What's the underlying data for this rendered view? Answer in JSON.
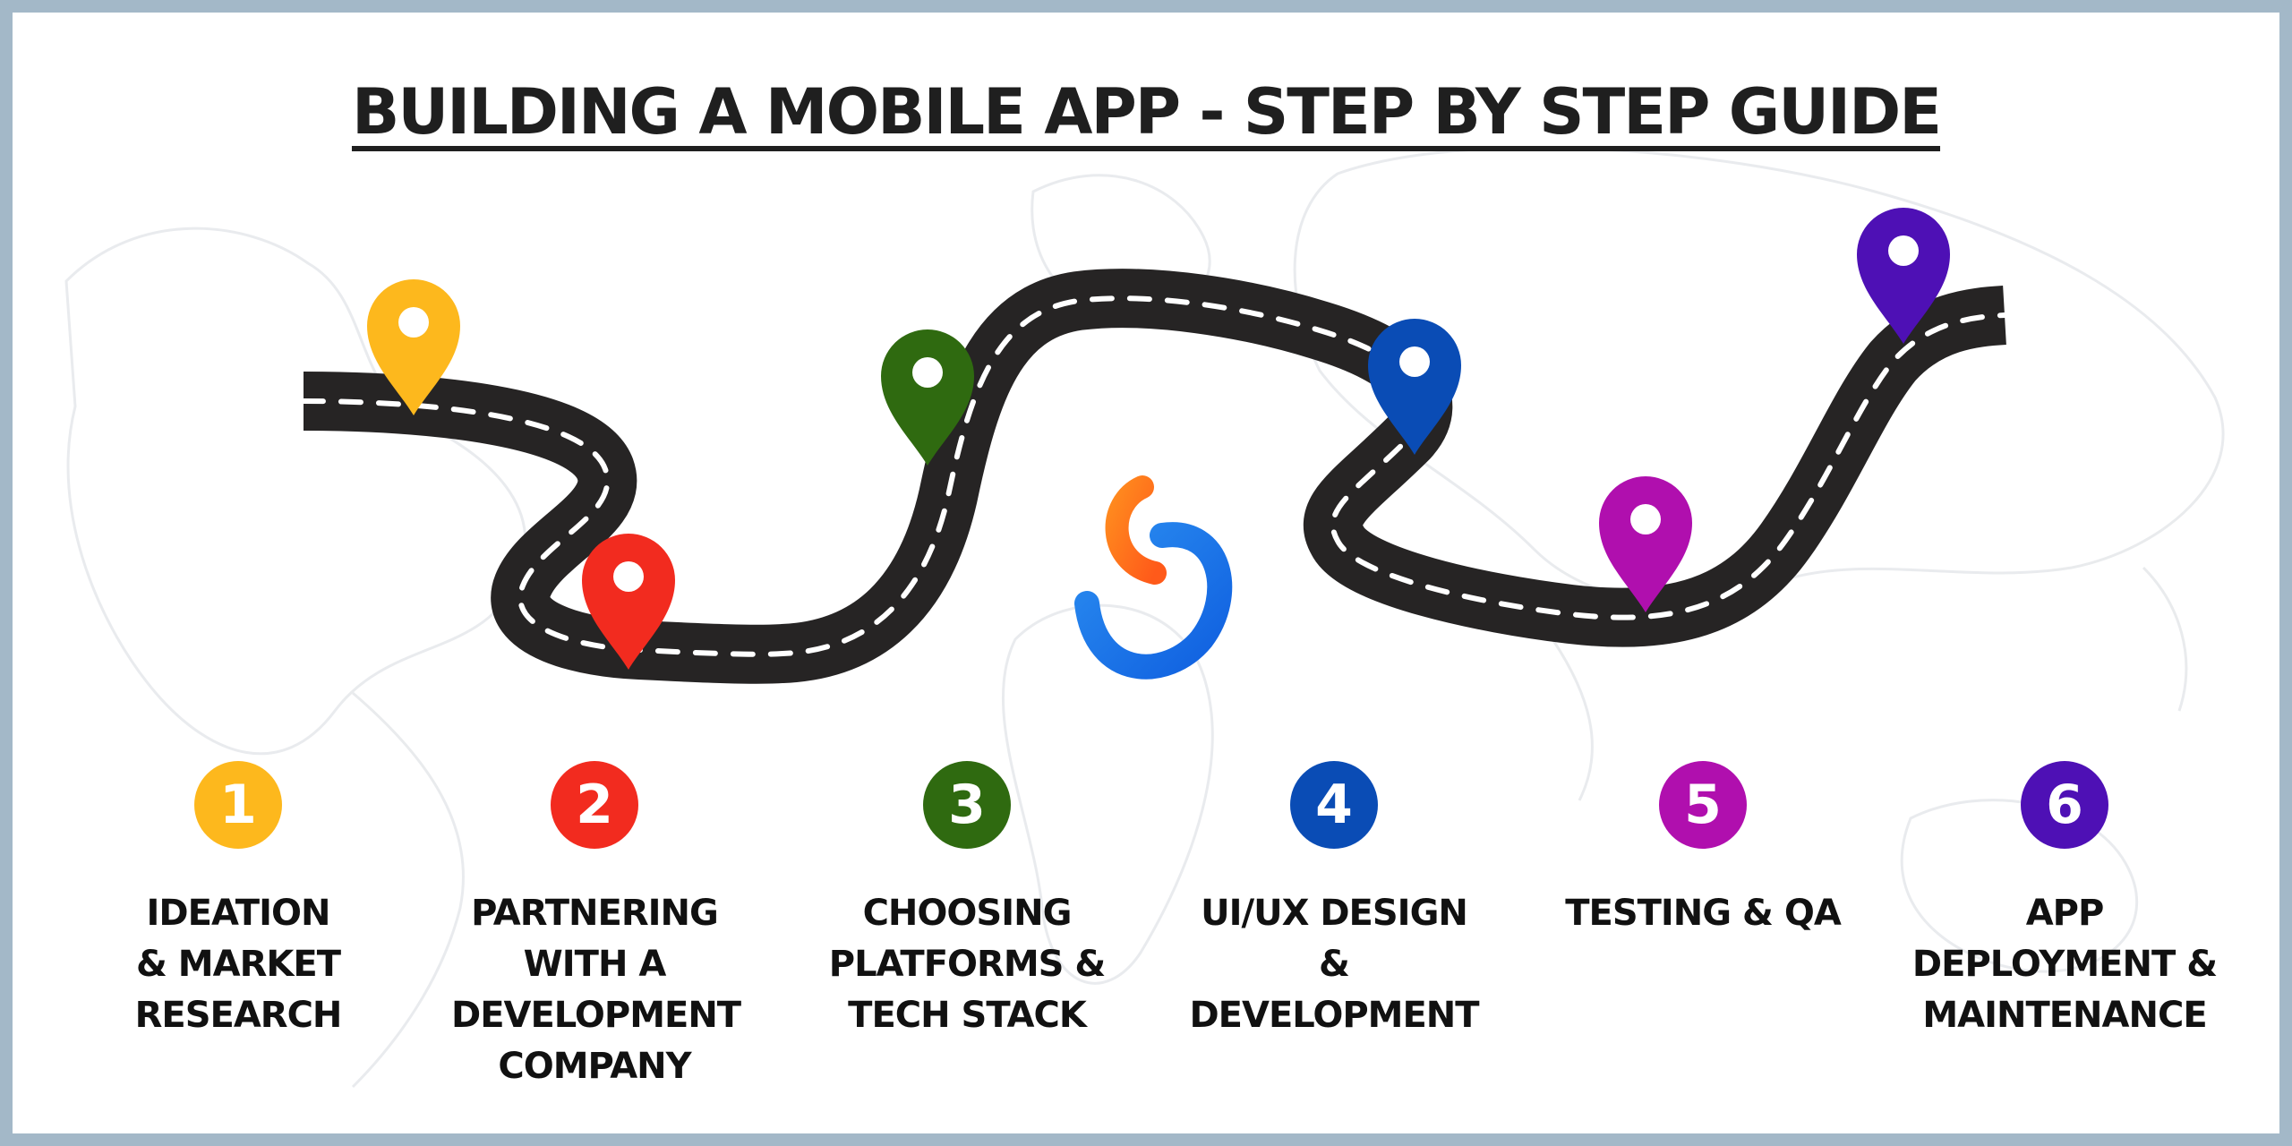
{
  "title": "BUILDING A MOBILE APP - STEP BY STEP GUIDE",
  "steps": [
    {
      "number": "1",
      "label": "IDEATION & MARKET RESEARCH",
      "color": "#fdb81d"
    },
    {
      "number": "2",
      "label": "PARTNERING WITH A DEVELOPMENT COMPANY",
      "color": "#f22b1f"
    },
    {
      "number": "3",
      "label": "CHOOSING PLATFORMS & TECH STACK",
      "color": "#2f6a10"
    },
    {
      "number": "4",
      "label": "UI/UX DESIGN & DEVELOPMENT",
      "color": "#0a4cb5"
    },
    {
      "number": "5",
      "label": "TESTING & QA",
      "color": "#b00fae"
    },
    {
      "number": "6",
      "label": "APP DEPLOYMENT & MAINTENANCE",
      "color": "#4e10b5"
    }
  ],
  "road": {
    "color": "#262424",
    "dash_color": "#ffffff"
  },
  "icons": [
    "map-pin-icon",
    "brand-logo-icon",
    "world-map-background"
  ]
}
